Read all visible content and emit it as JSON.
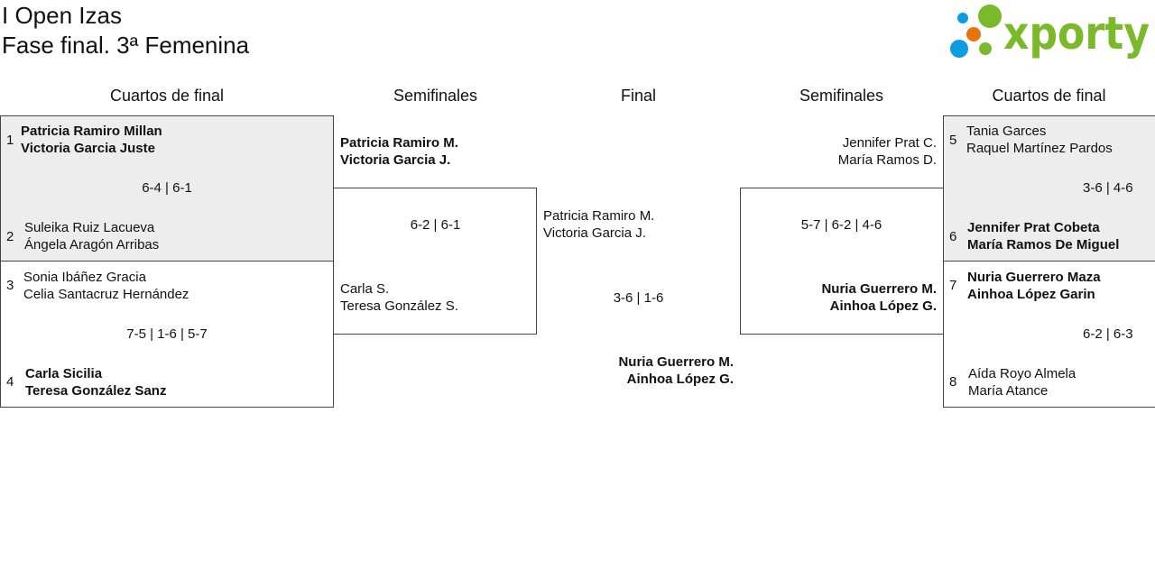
{
  "header": {
    "title_line1": "I Open Izas",
    "title_line2": "Fase final. 3ª Femenina",
    "logo_text": "xporty"
  },
  "colors": {
    "logo_green": "#7ab929",
    "logo_blue": "#0c9de0",
    "logo_orange": "#e8720c",
    "winner_bg": "#ededed"
  },
  "columns": [
    "Cuartos de final",
    "Semifinales",
    "Final",
    "Semifinales",
    "Cuartos de final"
  ],
  "quarterfinals": [
    {
      "seed_a": "1",
      "team_a": [
        "Patricia Ramiro Millan",
        "Victoria Garcia Juste"
      ],
      "seed_b": "2",
      "team_b": [
        "Suleika Ruiz Lacueva",
        "Ángela Aragón Arribas"
      ],
      "score": "6-4 | 6-1",
      "winner": "a"
    },
    {
      "seed_a": "3",
      "team_a": [
        "Sonia Ibáñez Gracia",
        "Celia Santacruz Hernández"
      ],
      "seed_b": "4",
      "team_b": [
        "Carla Sicilia",
        "Teresa González Sanz"
      ],
      "score": "7-5 | 1-6 | 5-7",
      "winner": "b"
    },
    {
      "seed_a": "5",
      "team_a": [
        "Tania Garces",
        "Raquel Martínez Pardos"
      ],
      "seed_b": "6",
      "team_b": [
        "Jennifer Prat Cobeta",
        "María Ramos De Miguel"
      ],
      "score": "3-6 | 4-6",
      "winner": "b"
    },
    {
      "seed_a": "7",
      "team_a": [
        "Nuria Guerrero Maza",
        "Ainhoa López Garin"
      ],
      "seed_b": "8",
      "team_b": [
        "Aída Royo Almela",
        "María Atance"
      ],
      "score": "6-2 | 6-3",
      "winner": "a"
    }
  ],
  "semifinals": [
    {
      "team_a": [
        "Patricia Ramiro M.",
        "Victoria Garcia J."
      ],
      "team_b": [
        "Carla S.",
        "Teresa González S."
      ],
      "score": "6-2 | 6-1",
      "winner": "a"
    },
    {
      "team_a": [
        "Jennifer Prat C.",
        "María Ramos D."
      ],
      "team_b": [
        "Nuria Guerrero M.",
        "Ainhoa López G."
      ],
      "score": "5-7 | 6-2 | 4-6",
      "winner": "b"
    }
  ],
  "final": {
    "team_a": [
      "Patricia Ramiro M.",
      "Victoria Garcia J."
    ],
    "team_b": [
      "Nuria Guerrero M.",
      "Ainhoa López G."
    ],
    "score": "3-6 | 1-6",
    "winner": "b"
  }
}
